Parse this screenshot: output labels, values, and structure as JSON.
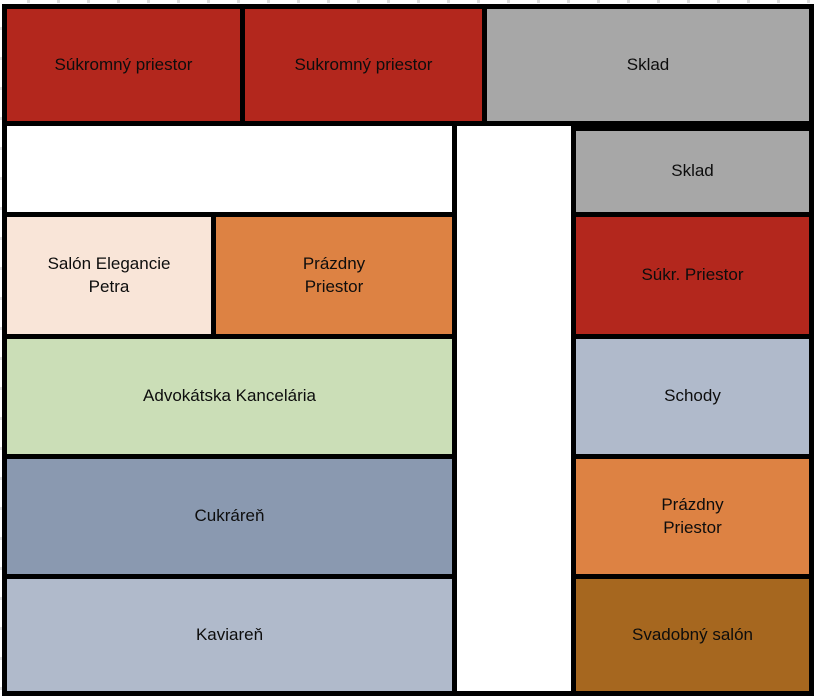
{
  "diagram": {
    "type": "floor-plan",
    "background": "#ffffff",
    "outline_color": "#000000",
    "text_color": "#0d0d0d"
  },
  "colors": {
    "private_red": "#b3271d",
    "storage_gray": "#a7a7a7",
    "salon_cream": "#f9e5d8",
    "empty_orange": "#dd8243",
    "office_green": "#cbdeb7",
    "cukraren_slate": "#8a99b0",
    "light_blue_gray": "#b0bacb",
    "wedding_brown": "#a6671f",
    "corridor_white": "#ffffff"
  },
  "rooms": [
    {
      "id": "sukromny-priestor-1",
      "label": "Súkromný priestor",
      "color": "#b3271d"
    },
    {
      "id": "sukromny-priestor-2",
      "label": "Sukromný priestor",
      "color": "#b3271d"
    },
    {
      "id": "sklad-1",
      "label": "Sklad",
      "color": "#a7a7a7"
    },
    {
      "id": "corridor",
      "label": "",
      "color": "#ffffff"
    },
    {
      "id": "sklad-2",
      "label": "Sklad",
      "color": "#a7a7a7"
    },
    {
      "id": "salon-elegancie-petra",
      "label": "Salón Elegancie\nPetra",
      "color": "#f9e5d8"
    },
    {
      "id": "prazdny-priestor-1",
      "label": "Prázdny\nPriestor",
      "color": "#dd8243"
    },
    {
      "id": "sukr-priestor",
      "label": "Súkr. Priestor",
      "color": "#b3271d"
    },
    {
      "id": "advokatska-kancelaria",
      "label": "Advokátska Kancelária",
      "color": "#cbdeb7"
    },
    {
      "id": "schody",
      "label": "Schody",
      "color": "#b0bacb"
    },
    {
      "id": "cukraren",
      "label": "Cukráreň",
      "color": "#8a99b0"
    },
    {
      "id": "prazdny-priestor-2",
      "label": "Prázdny\nPriestor",
      "color": "#dd8243"
    },
    {
      "id": "kaviaren",
      "label": "Kaviareň",
      "color": "#b0bacb"
    },
    {
      "id": "svadobny-salon",
      "label": "Svadobný salón",
      "color": "#a6671f"
    }
  ]
}
